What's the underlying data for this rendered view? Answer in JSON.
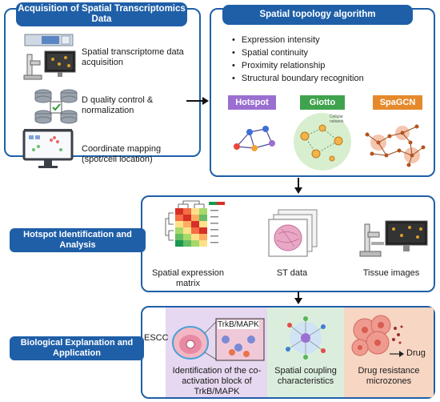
{
  "panel_acquisition": {
    "title": "Acquisition of Spatial Transcriptomics Data",
    "items": [
      "Spatial transcriptome data acquisition",
      "D quality control & normalization",
      "Coordinate mapping (spot/cell location)"
    ]
  },
  "panel_algorithm": {
    "title": "Spatial topology algorithm",
    "bullets": [
      "Expression intensity",
      "Spatial continuity",
      "Proximity relationship",
      "Structural boundary recognition"
    ],
    "methods": [
      "Hotspot",
      "Giotto",
      "SpaGCN"
    ],
    "giotto_note": "Cellular network",
    "colors": {
      "hotspot": "#9b6fd1",
      "giotto": "#3fa34d",
      "spagcn": "#e58a2c"
    }
  },
  "panel_hotspot": {
    "side_title": "Hotspot Identification and Analysis",
    "items": [
      "Spatial expression matrix",
      "ST data",
      "Tissue images"
    ]
  },
  "panel_bio": {
    "side_title": "Biological Explanation and Application",
    "escc": "ESCC",
    "trkb_label": "TrkB/MAPK",
    "drug": "Drug",
    "items": [
      "Identification of the co-activation block of TrkB/MAPK",
      "Spatial coupling characteristics",
      "Drug resistance microzones"
    ]
  },
  "colors": {
    "accent": "#1f5fa8"
  }
}
